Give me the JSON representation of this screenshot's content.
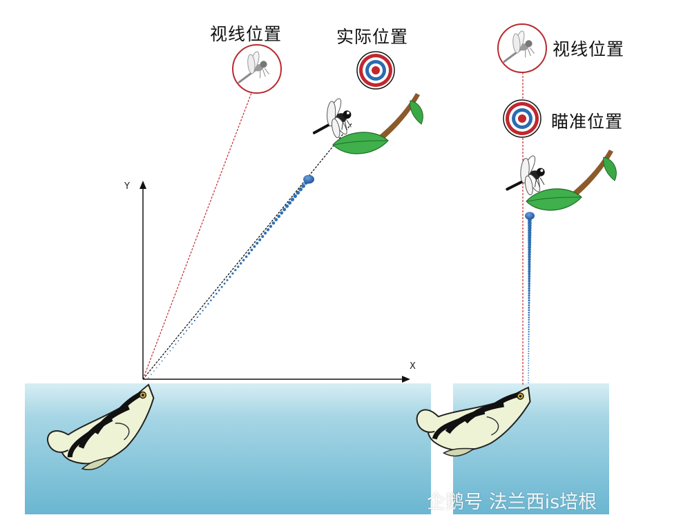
{
  "labels": {
    "left_sight": "视线位置",
    "left_actual": "实际位置",
    "right_sight": "视线位置",
    "right_aim": "瞄准位置"
  },
  "axes": {
    "x": "X",
    "y": "Y"
  },
  "watermark": "企鹅号 法兰西is培根",
  "colors": {
    "water_top": "#c9e6ee",
    "water_bottom": "#6fb9d3",
    "sight_line": "#c1272d",
    "actual_line": "#111111",
    "droplets": "#2f6fb3",
    "leaf": "#3aa845",
    "target_red": "#c1272d",
    "target_blue": "#2a6cb0"
  },
  "icons": [
    "dragonfly-icon",
    "target-icon",
    "archer-fish-icon",
    "leaf-branch-icon",
    "water-jet-icon"
  ]
}
